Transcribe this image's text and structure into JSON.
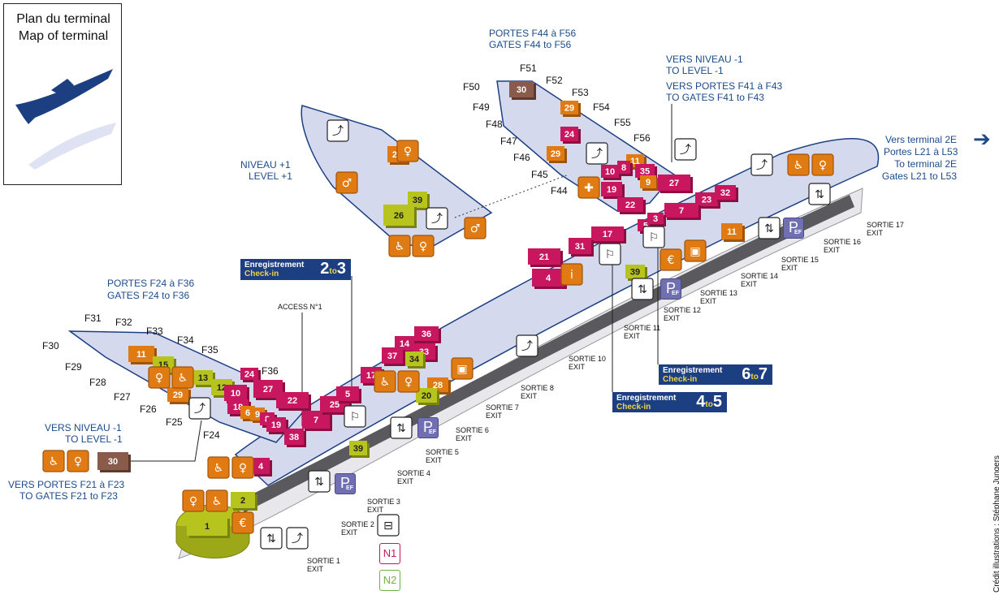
{
  "legend": {
    "title_fr": "Plan du terminal",
    "title_en": "Map of terminal",
    "icon": "airplane-icon"
  },
  "colors": {
    "terminal_fill": "#d5d9ee",
    "terminal_outline": "#1c3f82",
    "magenta": "#c8175f",
    "orange": "#e07a12",
    "lime": "#b8c41e",
    "brown": "#8a5a4a",
    "navy": "#1c3f82",
    "blue_text": "#1c4b8c"
  },
  "labels": {
    "gates_f44_f56_fr": "PORTES F44 à F56",
    "gates_f44_f56_en": "GATES F44 to F56",
    "level_down_fr": "VERS NIVEAU -1",
    "level_down_en": "TO LEVEL -1",
    "gates_f41_f43_fr": "VERS PORTES F41 à F43",
    "gates_f41_f43_en": "TO GATES F41 to F43",
    "terminal_2e_1": "Vers terminal 2E",
    "terminal_2e_2": "Portes L21 à L53",
    "terminal_2e_3": "To terminal 2E",
    "terminal_2e_4": "Gates L21 to L53",
    "level_up_fr": "NIVEAU +1",
    "level_up_en": "LEVEL +1",
    "gates_f24_f36_fr": "PORTES F24 à F36",
    "gates_f24_f36_en": "GATES F24 to F36",
    "access": "ACCESS N°1",
    "level_down2_fr": "VERS NIVEAU -1",
    "level_down2_en": "TO LEVEL -1",
    "gates_f21_f23_fr": "VERS PORTES F21 à F23",
    "gates_f21_f23_en": "TO GATES F21 to F23",
    "credit": "Crédit illustrations : Stéphane Jungers"
  },
  "checkins": [
    {
      "label_fr": "Enregistrement",
      "label_en": "Check-in",
      "from": "2",
      "to_word": "to",
      "to": "3"
    },
    {
      "label_fr": "Enregistrement",
      "label_en": "Check-in",
      "from": "6",
      "to_word": "to",
      "to": "7"
    },
    {
      "label_fr": "Enregistrement",
      "label_en": "Check-in",
      "from": "4",
      "to_word": "to",
      "to": "5"
    }
  ],
  "exits": [
    {
      "sortie": "SORTIE 17",
      "exit": "EXIT"
    },
    {
      "sortie": "SORTIE 16",
      "exit": "EXIT"
    },
    {
      "sortie": "SORTIE 15",
      "exit": "EXIT"
    },
    {
      "sortie": "SORTIE 14",
      "exit": "EXIT"
    },
    {
      "sortie": "SORTIE 13",
      "exit": "EXIT"
    },
    {
      "sortie": "SORTIE 12",
      "exit": "EXIT"
    },
    {
      "sortie": "SORTIE 11",
      "exit": "EXIT"
    },
    {
      "sortie": "SORTIE 10",
      "exit": "EXIT"
    },
    {
      "sortie": "SORTIE 8",
      "exit": "EXIT"
    },
    {
      "sortie": "SORTIE 7",
      "exit": "EXIT"
    },
    {
      "sortie": "SORTIE 6",
      "exit": "EXIT"
    },
    {
      "sortie": "SORTIE 5",
      "exit": "EXIT"
    },
    {
      "sortie": "SORTIE 4",
      "exit": "EXIT"
    },
    {
      "sortie": "SORTIE 3",
      "exit": "EXIT"
    },
    {
      "sortie": "SORTIE 2",
      "exit": "EXIT"
    },
    {
      "sortie": "SORTIE 1",
      "exit": "EXIT"
    }
  ],
  "gates": [
    "F51",
    "F52",
    "F50",
    "F53",
    "F49",
    "F54",
    "F48",
    "F55",
    "F47",
    "F56",
    "F46",
    "F45",
    "F44",
    "F31",
    "F32",
    "F33",
    "F34",
    "F30",
    "F35",
    "F29",
    "F28",
    "F36",
    "F27",
    "F26",
    "F25",
    "F24"
  ],
  "shops": [
    {
      "n": "30",
      "c": "brown"
    },
    {
      "n": "29",
      "c": "orange"
    },
    {
      "n": "24",
      "c": "magenta"
    },
    {
      "n": "29",
      "c": "orange"
    },
    {
      "n": "11",
      "c": "orange"
    },
    {
      "n": "10",
      "c": "magenta"
    },
    {
      "n": "8",
      "c": "magenta"
    },
    {
      "n": "35",
      "c": "magenta"
    },
    {
      "n": "9",
      "c": "orange"
    },
    {
      "n": "19",
      "c": "magenta"
    },
    {
      "n": "27",
      "c": "magenta"
    },
    {
      "n": "22",
      "c": "magenta"
    },
    {
      "n": "23",
      "c": "magenta"
    },
    {
      "n": "32",
      "c": "magenta"
    },
    {
      "n": "7",
      "c": "magenta"
    },
    {
      "n": "17",
      "c": "magenta"
    },
    {
      "n": "5",
      "c": "magenta"
    },
    {
      "n": "3",
      "c": "magenta"
    },
    {
      "n": "31",
      "c": "magenta"
    },
    {
      "n": "21",
      "c": "magenta"
    },
    {
      "n": "4",
      "c": "magenta"
    },
    {
      "n": "11",
      "c": "orange"
    },
    {
      "n": "39",
      "c": "lime"
    },
    {
      "n": "39",
      "c": "lime"
    },
    {
      "n": "26",
      "c": "lime"
    },
    {
      "n": "29",
      "c": "orange"
    },
    {
      "n": "11",
      "c": "orange"
    },
    {
      "n": "15",
      "c": "lime"
    },
    {
      "n": "13",
      "c": "lime"
    },
    {
      "n": "29",
      "c": "orange"
    },
    {
      "n": "12",
      "c": "lime"
    },
    {
      "n": "10",
      "c": "magenta"
    },
    {
      "n": "24",
      "c": "magenta"
    },
    {
      "n": "27",
      "c": "magenta"
    },
    {
      "n": "22",
      "c": "magenta"
    },
    {
      "n": "18",
      "c": "magenta"
    },
    {
      "n": "6",
      "c": "orange"
    },
    {
      "n": "9",
      "c": "orange"
    },
    {
      "n": "8",
      "c": "magenta"
    },
    {
      "n": "19",
      "c": "magenta"
    },
    {
      "n": "38",
      "c": "magenta"
    },
    {
      "n": "7",
      "c": "magenta"
    },
    {
      "n": "25",
      "c": "magenta"
    },
    {
      "n": "5",
      "c": "magenta"
    },
    {
      "n": "17",
      "c": "magenta"
    },
    {
      "n": "14",
      "c": "magenta"
    },
    {
      "n": "36",
      "c": "magenta"
    },
    {
      "n": "37",
      "c": "magenta"
    },
    {
      "n": "33",
      "c": "magenta"
    },
    {
      "n": "34",
      "c": "lime"
    },
    {
      "n": "28",
      "c": "orange"
    },
    {
      "n": "20",
      "c": "lime"
    },
    {
      "n": "39",
      "c": "lime"
    },
    {
      "n": "4",
      "c": "magenta"
    },
    {
      "n": "2",
      "c": "lime"
    },
    {
      "n": "1",
      "c": "lime"
    },
    {
      "n": "30",
      "c": "brown"
    }
  ],
  "badges": [
    {
      "text": "P",
      "sub": "EF",
      "name": "parking-p-ef-icon"
    },
    {
      "text": "P",
      "sub": "EF",
      "name": "parking-p-ef-icon"
    },
    {
      "text": "P",
      "sub": "EF",
      "name": "parking-p-ef-icon"
    },
    {
      "text": "P",
      "sub": "EF",
      "name": "parking-p-ef-icon"
    },
    {
      "text": "N1",
      "name": "bus-n1-icon"
    },
    {
      "text": "N2",
      "name": "bus-n2-icon"
    }
  ]
}
